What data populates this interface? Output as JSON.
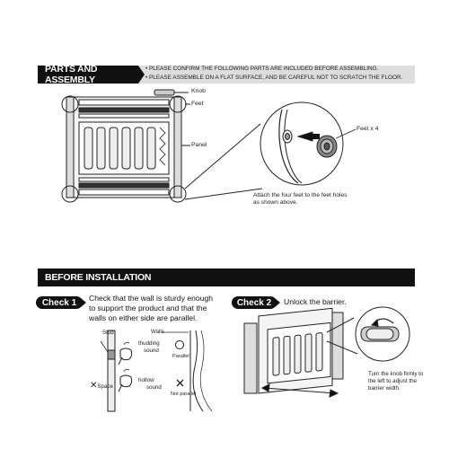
{
  "parts": {
    "title": "PARTS AND ASSEMBLY",
    "notes": [
      "• PLEASE CONFIRM THE FOLLOWING PARTS ARE INCLUDED BEFORE ASSEMBLING.",
      "• PLEASE ASSEMBLE ON A FLAT SURFACE, AND BE CAREFUL NOT TO SCRATCH THE FLOOR."
    ],
    "labels": {
      "knob": "Knob",
      "feet": "Feet",
      "panel": "Panel",
      "feet_count": "Feet x 4"
    },
    "instruction": [
      "Attach the four feet to the feet holes",
      "as shown above."
    ]
  },
  "before": {
    "title": "BEFORE INSTALLATION",
    "check1": {
      "label": "Check 1",
      "text": [
        "Check that the wall is sturdy enough",
        "to support the product and that the",
        "walls on either side are parallel."
      ],
      "labels": {
        "stud": "Stud",
        "thudding": "thudding",
        "sound1": "sound",
        "space": "Space",
        "hollow": "hollow",
        "sound2": "sound",
        "walls": "Walls",
        "parallel": "Parallel",
        "not_parallel": "Not parallel"
      }
    },
    "check2": {
      "label": "Check 2",
      "text": "Unlock the barrier.",
      "instruction": [
        "Turn the knob firmly to",
        "the left to adjust the",
        "barrier width."
      ]
    }
  }
}
